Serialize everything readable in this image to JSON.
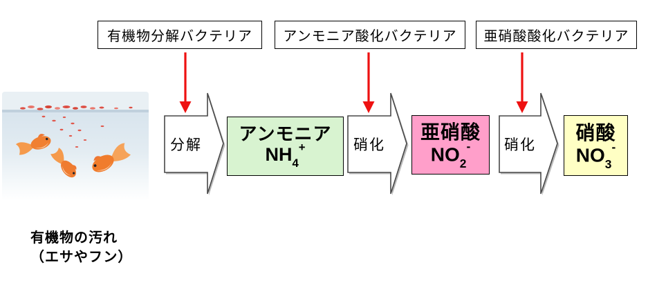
{
  "bacteria_labels": [
    {
      "label": "有機物分解バクテリア"
    },
    {
      "label": "アンモニア酸化バクテリア"
    },
    {
      "label": "亜硝酸酸化バクテリア"
    }
  ],
  "process_arrows": [
    {
      "label": "分解"
    },
    {
      "label": "硝化"
    },
    {
      "label": "硝化"
    }
  ],
  "compounds": [
    {
      "name": "アンモニア",
      "formula_base": "NH",
      "formula_sub": "4",
      "formula_sup": "+",
      "bg_color": "#d8f3d0"
    },
    {
      "name": "亜硝酸",
      "formula_base": "NO",
      "formula_sub": "2",
      "formula_sup": "-",
      "bg_color": "#ff9fca"
    },
    {
      "name": "硝酸",
      "formula_base": "NO",
      "formula_sub": "3",
      "formula_sup": "-",
      "bg_color": "#ffffc4"
    }
  ],
  "caption": {
    "line1": "有機物の汚れ",
    "line2": "（エサやフン）"
  },
  "photo": {
    "name": "goldfish-aquarium-photo"
  },
  "colors": {
    "red_arrow": "#ee1111",
    "arrow_stroke": "#474747",
    "box_border": "#000000"
  }
}
